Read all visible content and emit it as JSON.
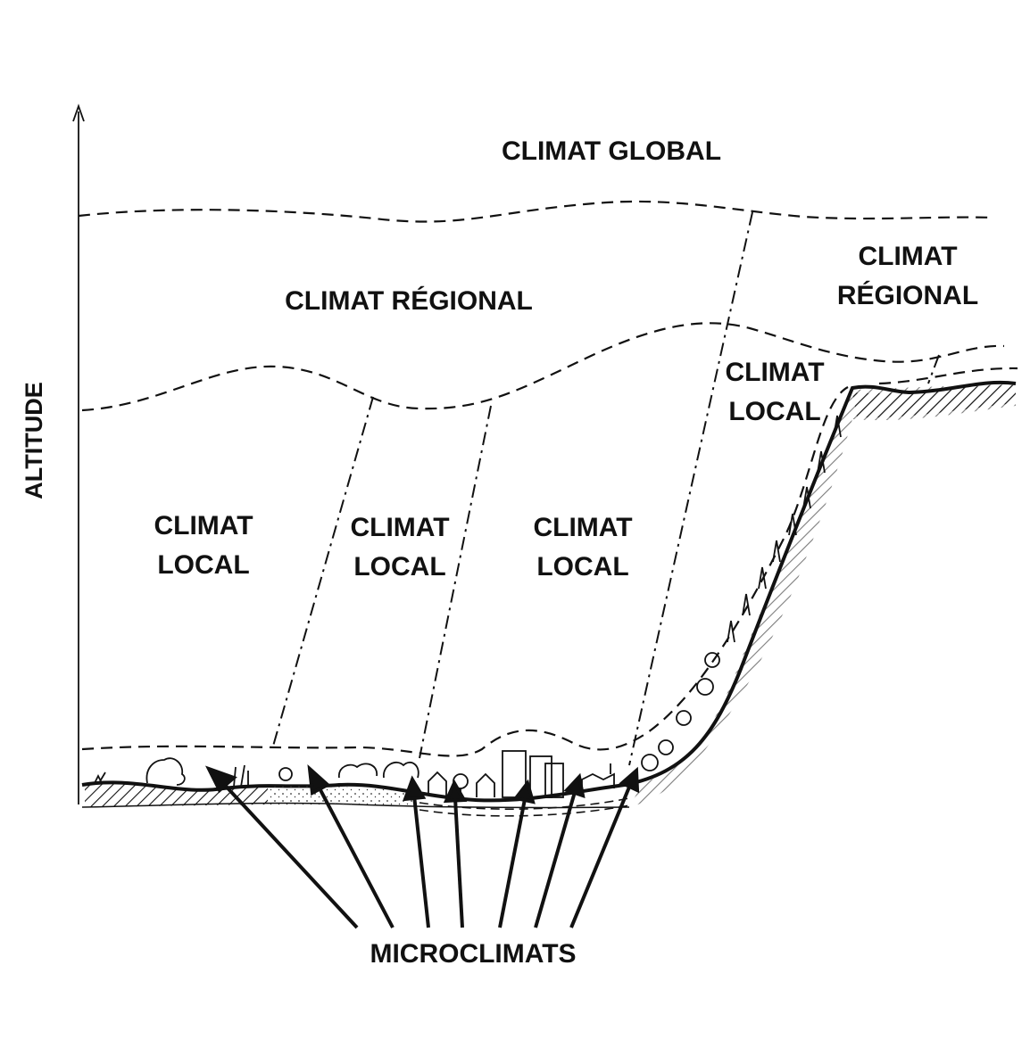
{
  "diagram": {
    "axis_label": "ALTITUDE",
    "global": "CLIMAT GLOBAL",
    "regional_left": "CLIMAT RÉGIONAL",
    "regional_right": {
      "line1": "CLIMAT",
      "line2": "RÉGIONAL"
    },
    "local_1": {
      "line1": "CLIMAT",
      "line2": "LOCAL"
    },
    "local_2": {
      "line1": "CLIMAT",
      "line2": "LOCAL"
    },
    "local_3": {
      "line1": "CLIMAT",
      "line2": "LOCAL"
    },
    "local_4": {
      "line1": "CLIMAT",
      "line2": "LOCAL"
    },
    "micro": "MICROCLIMATS"
  }
}
